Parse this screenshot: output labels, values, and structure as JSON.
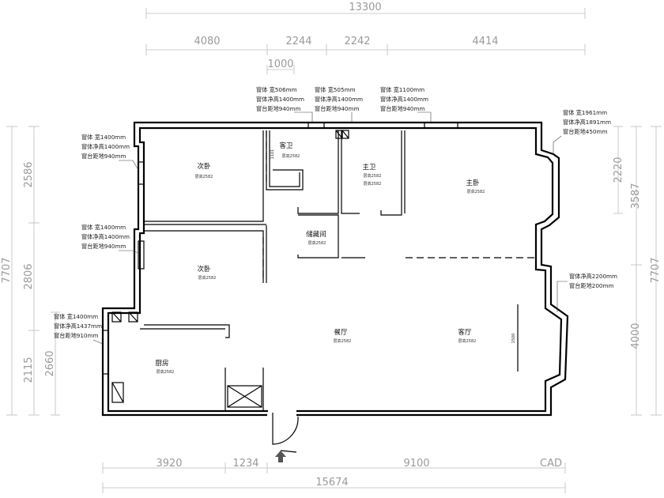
{
  "dims": {
    "top_total": "13300",
    "top_segments": [
      "4080",
      "2244",
      "2242",
      "4414"
    ],
    "top_sub": "1000",
    "bottom_segments": [
      "3920",
      "1234",
      "9100"
    ],
    "bottom_total": "15674",
    "left_total": "7707",
    "left_segments": [
      "2586",
      "2806",
      "2115"
    ],
    "left_sub": "2660",
    "right_total": "7707",
    "right_segments": [
      "3587",
      "4000"
    ],
    "right_sub": "2220"
  },
  "rooms": {
    "bed2_top": {
      "name": "次卧",
      "ceiling": "层高2582"
    },
    "bed2_mid": {
      "name": "次卧",
      "ceiling": "层高2582"
    },
    "guest_bath": {
      "name": "客卫",
      "ceiling": "层高2582",
      "extra": "1101"
    },
    "master_bath": {
      "name": "主卫",
      "ceiling": "层高2582",
      "ceiling2": "层高2582"
    },
    "master_bed": {
      "name": "主卧",
      "ceiling": "层高2582"
    },
    "storage": {
      "name": "储藏间",
      "ceiling": "层高2582"
    },
    "dining": {
      "name": "餐厅",
      "ceiling": "层高2582"
    },
    "living": {
      "name": "客厅",
      "ceiling": "层高2582",
      "extra": "1500"
    },
    "kitchen": {
      "name": "厨房",
      "ceiling": "层高2582"
    }
  },
  "notes": {
    "top1": [
      "窗体 宽506mm",
      "窗体净高1400mm",
      "窗台距地940mm"
    ],
    "top2": [
      "窗体 宽505mm",
      "窗体净高1400mm",
      "窗台距地940mm"
    ],
    "top3": [
      "窗体 宽1100mm",
      "窗体净高1400mm",
      "窗台距地940mm"
    ],
    "right1": [
      "窗体 宽1961mm",
      "窗体净高1891mm",
      "窗台距地450mm"
    ],
    "right2": [
      "窗体净高2200mm",
      "窗台距地200mm"
    ],
    "left1": [
      "窗体 宽1400mm",
      "窗体净高1400mm",
      "窗台距地940mm"
    ],
    "left2": [
      "窗体 宽1400mm",
      "窗体净高1400mm",
      "窗台距地940mm"
    ],
    "left3": [
      "窗体 宽1400mm",
      "窗体净高1437mm",
      "窗台距地910mm"
    ]
  },
  "corner_text": "CAD"
}
